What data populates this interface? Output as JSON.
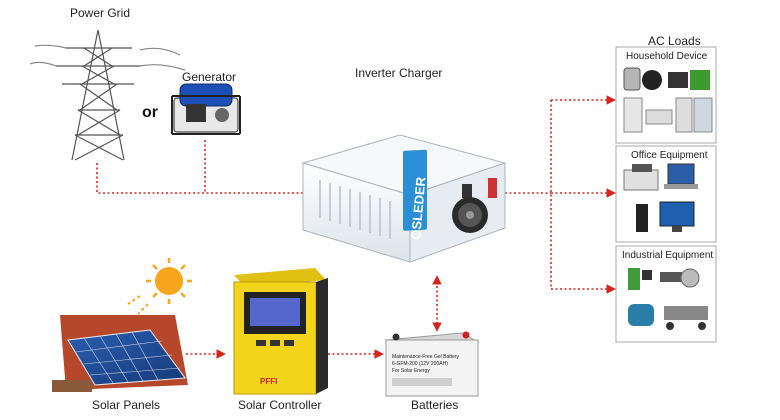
{
  "labels": {
    "power_grid": "Power Grid",
    "or": "or",
    "generator": "Generator",
    "inverter_charger": "Inverter Charger",
    "ac_loads": "AC Loads",
    "solar_panels": "Solar Panels",
    "solar_controller": "Solar Controller",
    "batteries": "Batteries"
  },
  "loads": [
    {
      "title": "Household Device"
    },
    {
      "title": "Office Equipment"
    },
    {
      "title": "Industrial Equipment"
    }
  ],
  "inverter": {
    "brand": "OSLEDER"
  },
  "controller": {
    "brand": "PFFI"
  },
  "battery": {
    "text_line1": "Maintenance-Free Gel Battery",
    "text_line2": "6-GFM-200 (12V 200AH)",
    "text_line3": "For Solar Energy"
  },
  "colors": {
    "connector": "#d9241c",
    "inverter_body": "#eef2f6",
    "inverter_accent": "#2a8fd6",
    "controller_body": "#f2d41a",
    "sun": "#f7a51b",
    "load_border": "#aaaaaa"
  }
}
